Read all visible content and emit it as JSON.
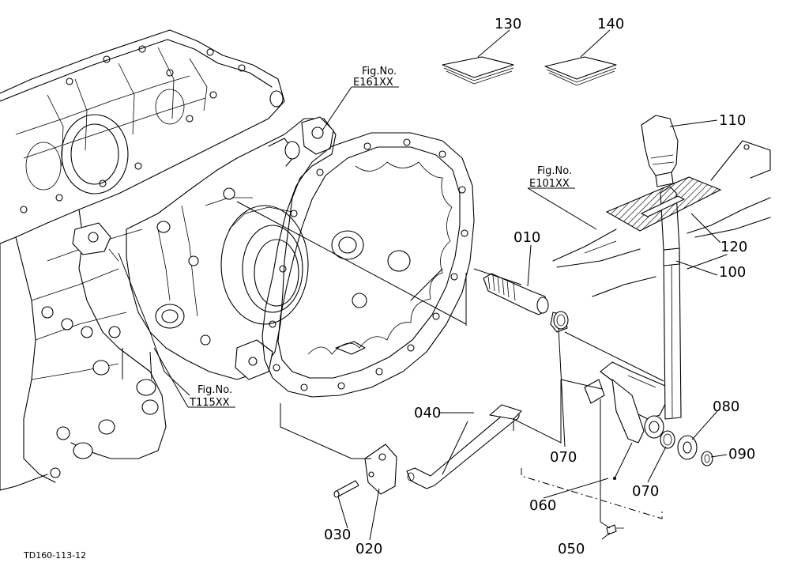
{
  "drawing_code": "TD160-113-12",
  "figure_references": [
    {
      "label": "Fig.No.",
      "code": "E161XX"
    },
    {
      "label": "Fig.No.",
      "code": "E101XX"
    },
    {
      "label": "Fig.No.",
      "code": "T115XX"
    }
  ],
  "part_numbers": {
    "p010": "010",
    "p020": "020",
    "p030": "030",
    "p040": "040",
    "p050": "050",
    "p060": "060",
    "p070a": "070",
    "p070b": "070",
    "p080": "080",
    "p090": "090",
    "p100": "100",
    "p110": "110",
    "p120": "120",
    "p130": "130",
    "p140": "140"
  }
}
